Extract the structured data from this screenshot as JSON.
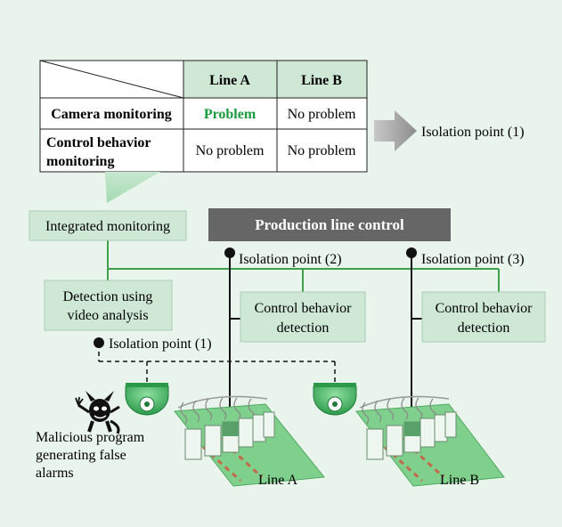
{
  "table": {
    "headers": [
      "Line A",
      "Line B"
    ],
    "rows": [
      {
        "label": "Camera monitoring",
        "line_a": "Problem",
        "line_b": "No problem"
      },
      {
        "label_line1": "Control behavior",
        "label_line2": "monitoring",
        "line_a": "No problem",
        "line_b": "No problem"
      }
    ]
  },
  "arrow_label": "Isolation point (1)",
  "integrated_monitoring": "Integrated monitoring",
  "production_line_control": "Production line control",
  "isolation_point_2": "Isolation point (2)",
  "isolation_point_3": "Isolation point (3)",
  "isolation_point_1": "Isolation point (1)",
  "detection_video": {
    "line1": "Detection using",
    "line2": "video analysis"
  },
  "control_detection_a": {
    "line1": "Control behavior",
    "line2": "detection"
  },
  "control_detection_b": {
    "line1": "Control behavior",
    "line2": "detection"
  },
  "malicious": {
    "line1": "Malicious program",
    "line2": "generating false",
    "line3": "alarms"
  },
  "line_a_label": "Line A",
  "line_b_label": "Line B",
  "colors": {
    "background": "#e9f4ec",
    "box_fill": "#cfe8d6",
    "green_line": "#3fa04a",
    "problem_text": "#1a9a3c",
    "dark_box": "#666666",
    "floor": "#7fd08c"
  }
}
